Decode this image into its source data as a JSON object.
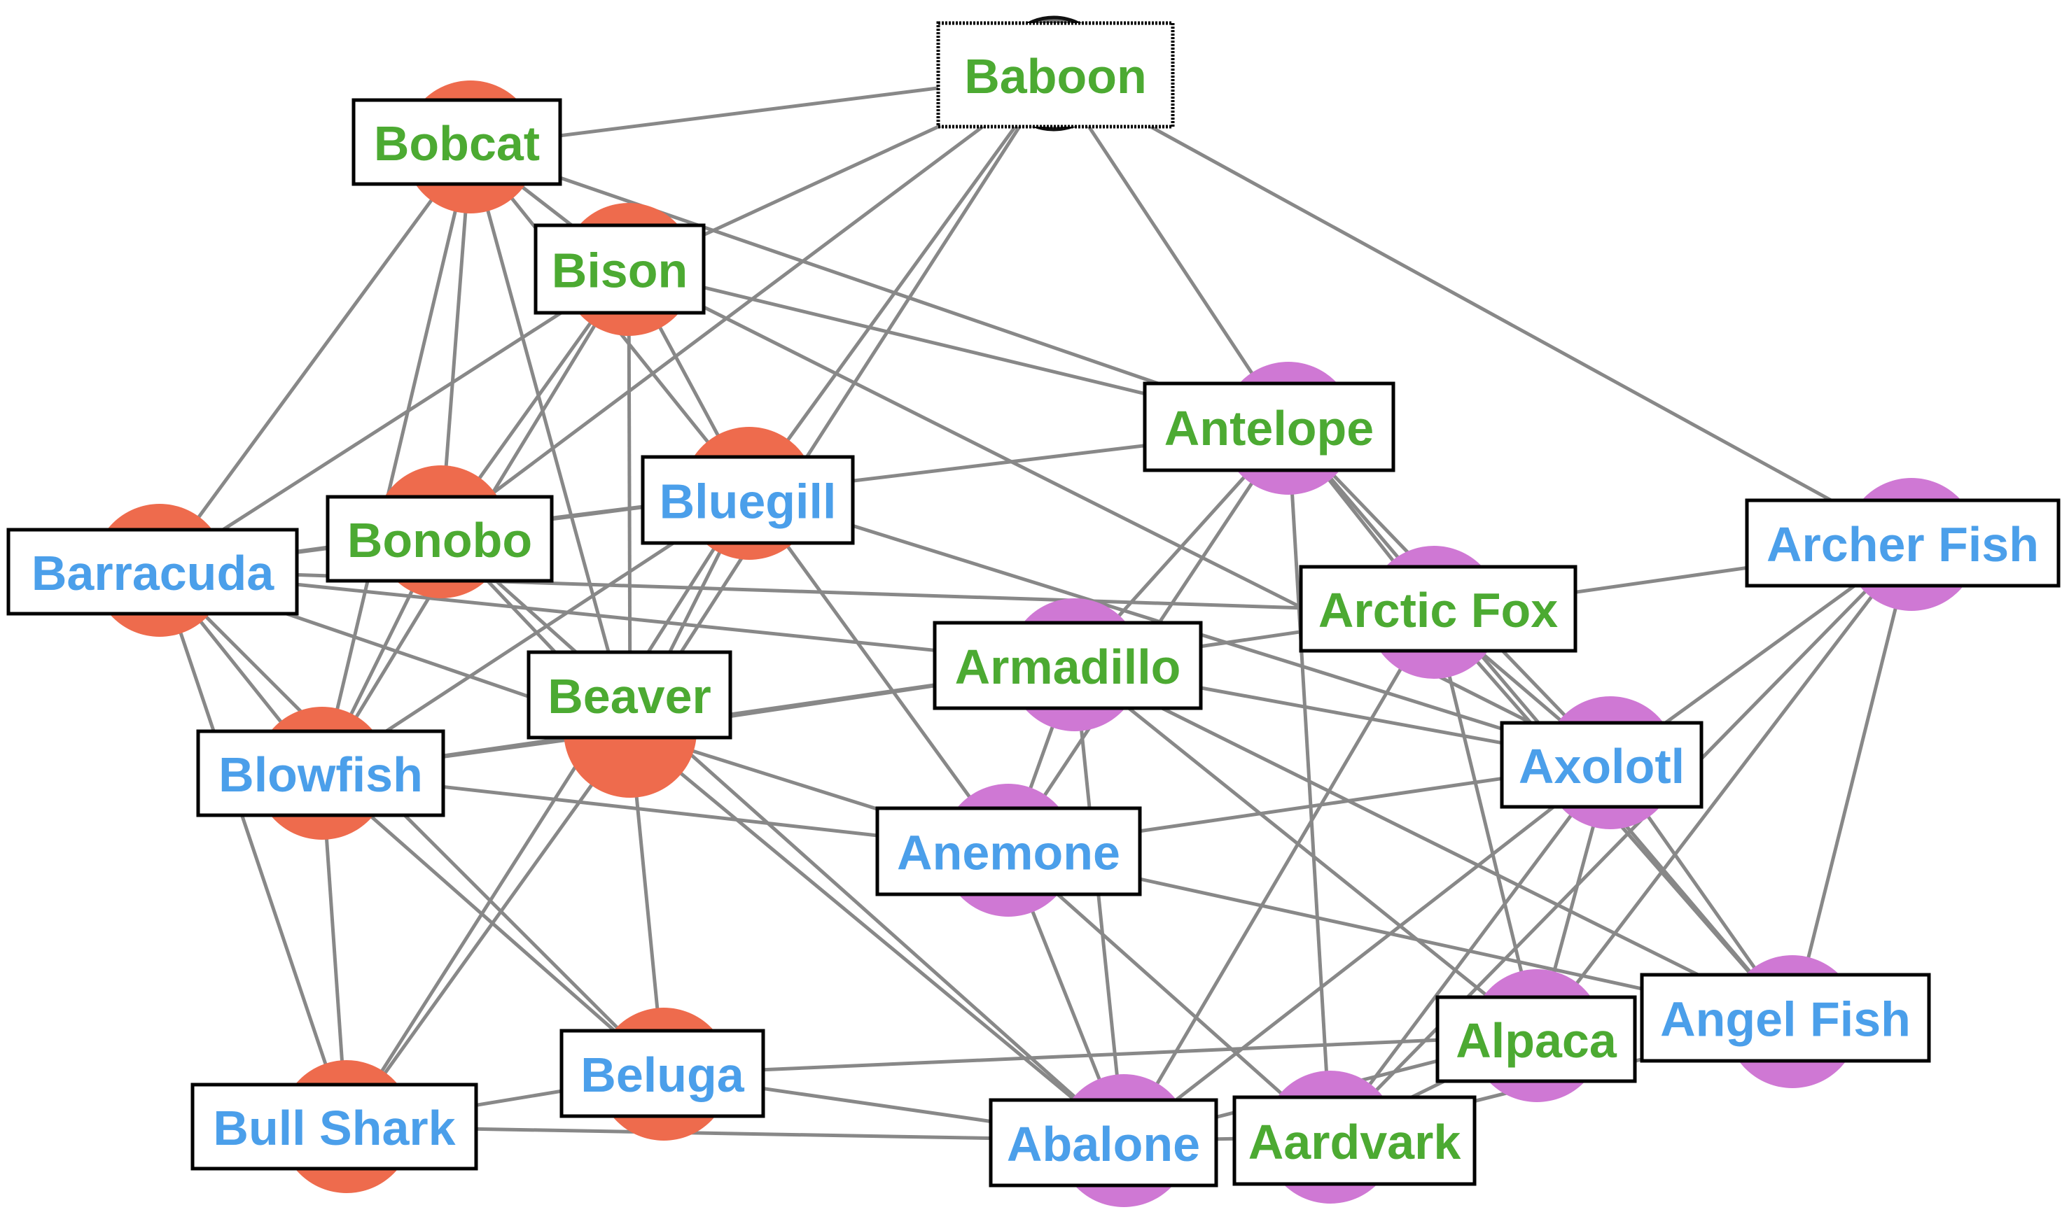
{
  "colors": {
    "edge": "#888888",
    "group_red": "#EE6B4D",
    "group_purple": "#CF78D4",
    "hub": "#777777",
    "label_green": "#4CAA32",
    "label_blue": "#4B9FEA"
  },
  "nodes": [
    {
      "id": "baboon",
      "label": "Baboon",
      "group": "hub",
      "text_color": "green"
    },
    {
      "id": "bobcat",
      "label": "Bobcat",
      "group": "red",
      "text_color": "green"
    },
    {
      "id": "bison",
      "label": "Bison",
      "group": "red",
      "text_color": "green"
    },
    {
      "id": "bonobo",
      "label": "Bonobo",
      "group": "red",
      "text_color": "green"
    },
    {
      "id": "bluegill",
      "label": "Bluegill",
      "group": "red",
      "text_color": "blue"
    },
    {
      "id": "barracuda",
      "label": "Barracuda",
      "group": "red",
      "text_color": "blue"
    },
    {
      "id": "beaver",
      "label": "Beaver",
      "group": "red",
      "text_color": "green"
    },
    {
      "id": "blowfish",
      "label": "Blowfish",
      "group": "red",
      "text_color": "blue"
    },
    {
      "id": "beluga",
      "label": "Beluga",
      "group": "red",
      "text_color": "blue"
    },
    {
      "id": "bullshark",
      "label": "Bull Shark",
      "group": "red",
      "text_color": "blue"
    },
    {
      "id": "antelope",
      "label": "Antelope",
      "group": "purple",
      "text_color": "green"
    },
    {
      "id": "archerfish",
      "label": "Archer Fish",
      "group": "purple",
      "text_color": "blue"
    },
    {
      "id": "arcticfox",
      "label": "Arctic Fox",
      "group": "purple",
      "text_color": "green"
    },
    {
      "id": "armadillo",
      "label": "Armadillo",
      "group": "purple",
      "text_color": "green"
    },
    {
      "id": "axolotl",
      "label": "Axolotl",
      "group": "purple",
      "text_color": "blue"
    },
    {
      "id": "anemone",
      "label": "Anemone",
      "group": "purple",
      "text_color": "blue"
    },
    {
      "id": "alpaca",
      "label": "Alpaca",
      "group": "purple",
      "text_color": "green"
    },
    {
      "id": "angelfish",
      "label": "Angel Fish",
      "group": "purple",
      "text_color": "blue"
    },
    {
      "id": "abalone",
      "label": "Abalone",
      "group": "purple",
      "text_color": "blue"
    },
    {
      "id": "aardvark",
      "label": "Aardvark",
      "group": "purple",
      "text_color": "green"
    }
  ],
  "edges": [
    [
      "baboon",
      "bobcat"
    ],
    [
      "baboon",
      "bison"
    ],
    [
      "baboon",
      "bonobo"
    ],
    [
      "baboon",
      "bluegill"
    ],
    [
      "baboon",
      "beaver"
    ],
    [
      "baboon",
      "antelope"
    ],
    [
      "baboon",
      "archerfish"
    ],
    [
      "bobcat",
      "bison"
    ],
    [
      "bobcat",
      "barracuda"
    ],
    [
      "bobcat",
      "bonobo"
    ],
    [
      "bobcat",
      "blowfish"
    ],
    [
      "bobcat",
      "beaver"
    ],
    [
      "bobcat",
      "bluegill"
    ],
    [
      "bobcat",
      "antelope"
    ],
    [
      "bison",
      "bonobo"
    ],
    [
      "bison",
      "barracuda"
    ],
    [
      "bison",
      "beaver"
    ],
    [
      "bison",
      "bluegill"
    ],
    [
      "bison",
      "blowfish"
    ],
    [
      "bison",
      "antelope"
    ],
    [
      "bison",
      "axolotl"
    ],
    [
      "bonobo",
      "barracuda"
    ],
    [
      "bonobo",
      "bluegill"
    ],
    [
      "bonobo",
      "beaver"
    ],
    [
      "bonobo",
      "blowfish"
    ],
    [
      "bonobo",
      "abalone"
    ],
    [
      "bluegill",
      "barracuda"
    ],
    [
      "bluegill",
      "beaver"
    ],
    [
      "bluegill",
      "blowfish"
    ],
    [
      "bluegill",
      "bullshark"
    ],
    [
      "bluegill",
      "antelope"
    ],
    [
      "bluegill",
      "anemone"
    ],
    [
      "bluegill",
      "axolotl"
    ],
    [
      "barracuda",
      "blowfish"
    ],
    [
      "barracuda",
      "beaver"
    ],
    [
      "barracuda",
      "bullshark"
    ],
    [
      "barracuda",
      "beluga"
    ],
    [
      "barracuda",
      "armadillo"
    ],
    [
      "barracuda",
      "arcticfox"
    ],
    [
      "beaver",
      "blowfish"
    ],
    [
      "beaver",
      "beluga"
    ],
    [
      "beaver",
      "bullshark"
    ],
    [
      "beaver",
      "armadillo"
    ],
    [
      "beaver",
      "anemone"
    ],
    [
      "beaver",
      "abalone"
    ],
    [
      "blowfish",
      "bullshark"
    ],
    [
      "blowfish",
      "beluga"
    ],
    [
      "blowfish",
      "anemone"
    ],
    [
      "blowfish",
      "armadillo"
    ],
    [
      "bullshark",
      "beluga"
    ],
    [
      "bullshark",
      "abalone"
    ],
    [
      "beluga",
      "abalone"
    ],
    [
      "beluga",
      "alpaca"
    ],
    [
      "antelope",
      "armadillo"
    ],
    [
      "antelope",
      "arcticfox"
    ],
    [
      "antelope",
      "axolotl"
    ],
    [
      "antelope",
      "anemone"
    ],
    [
      "antelope",
      "aardvark"
    ],
    [
      "antelope",
      "angelfish"
    ],
    [
      "archerfish",
      "arcticfox"
    ],
    [
      "archerfish",
      "axolotl"
    ],
    [
      "archerfish",
      "alpaca"
    ],
    [
      "archerfish",
      "angelfish"
    ],
    [
      "archerfish",
      "aardvark"
    ],
    [
      "arcticfox",
      "armadillo"
    ],
    [
      "arcticfox",
      "axolotl"
    ],
    [
      "arcticfox",
      "alpaca"
    ],
    [
      "arcticfox",
      "angelfish"
    ],
    [
      "arcticfox",
      "abalone"
    ],
    [
      "armadillo",
      "axolotl"
    ],
    [
      "armadillo",
      "anemone"
    ],
    [
      "armadillo",
      "alpaca"
    ],
    [
      "armadillo",
      "angelfish"
    ],
    [
      "armadillo",
      "abalone"
    ],
    [
      "axolotl",
      "anemone"
    ],
    [
      "axolotl",
      "alpaca"
    ],
    [
      "axolotl",
      "angelfish"
    ],
    [
      "axolotl",
      "abalone"
    ],
    [
      "axolotl",
      "aardvark"
    ],
    [
      "anemone",
      "abalone"
    ],
    [
      "anemone",
      "angelfish"
    ],
    [
      "anemone",
      "aardvark"
    ],
    [
      "alpaca",
      "abalone"
    ],
    [
      "alpaca",
      "aardvark"
    ],
    [
      "angelfish",
      "aardvark"
    ],
    [
      "abalone",
      "aardvark"
    ]
  ]
}
